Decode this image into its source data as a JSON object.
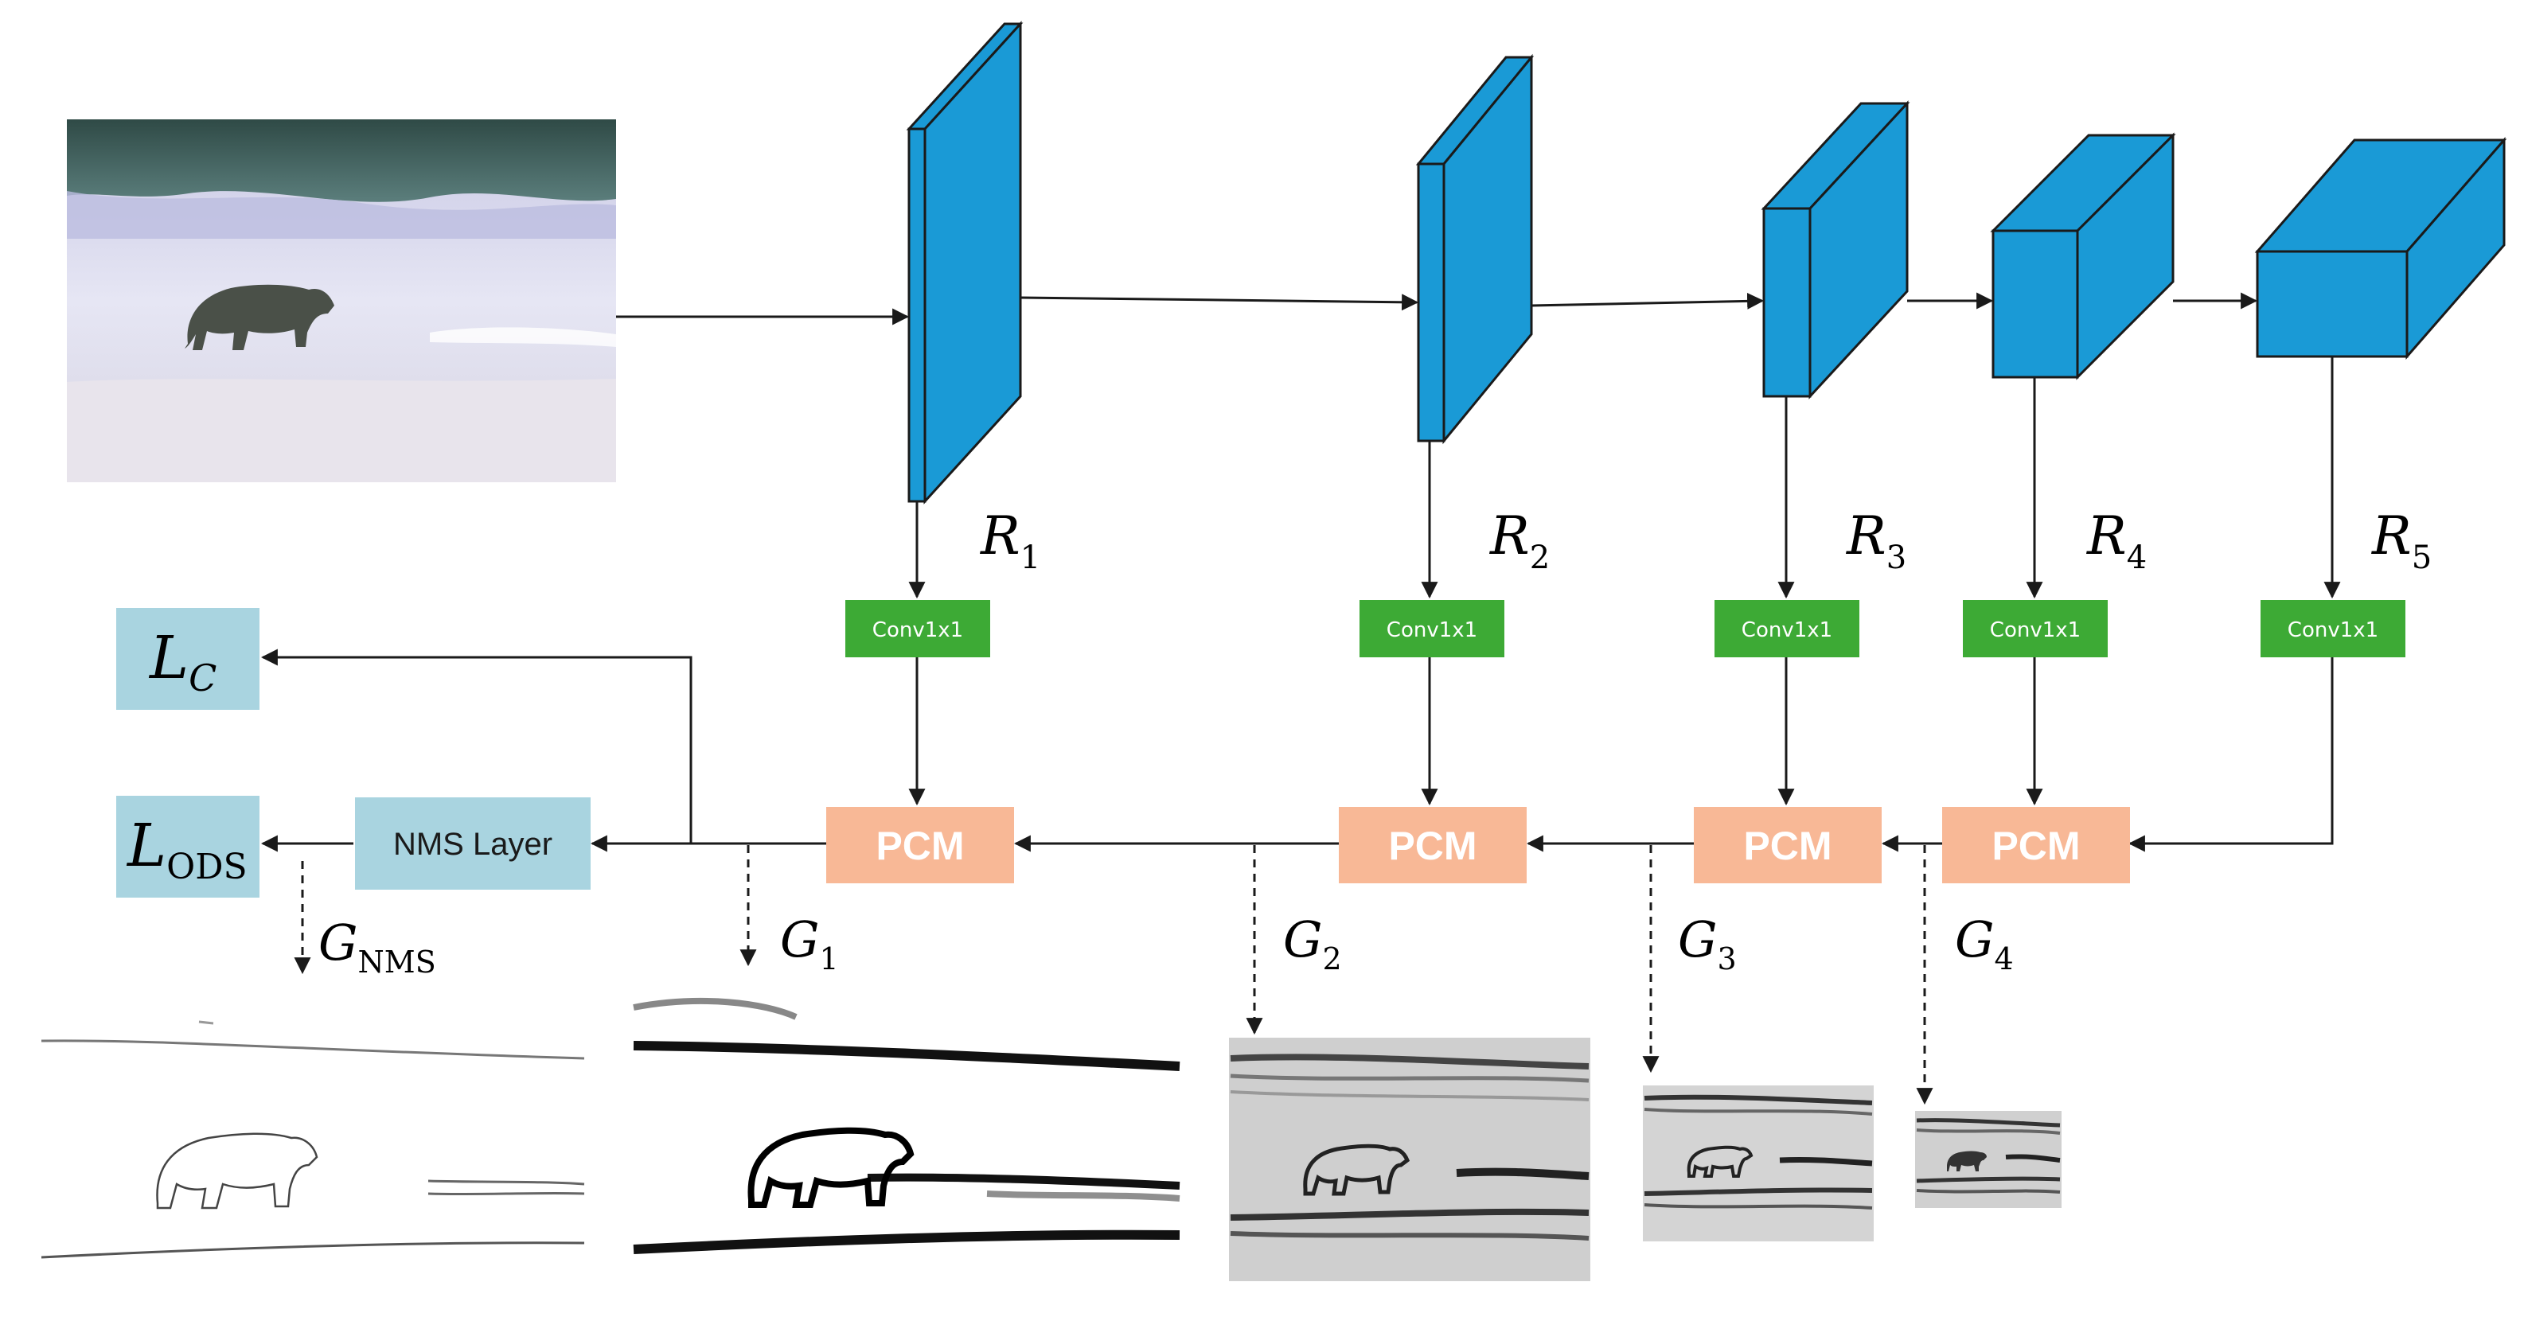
{
  "layers": [
    {
      "label": "R",
      "sub": "1"
    },
    {
      "label": "R",
      "sub": "2"
    },
    {
      "label": "R",
      "sub": "3"
    },
    {
      "label": "R",
      "sub": "4"
    },
    {
      "label": "R",
      "sub": "5"
    }
  ],
  "conv_label": "Conv1x1",
  "pcm_label": "PCM",
  "nms_label": "NMS Layer",
  "losses": {
    "lc": {
      "label": "L",
      "sub": "C"
    },
    "lods": {
      "label": "L",
      "sub": "ODS"
    }
  },
  "outputs": [
    {
      "label": "G",
      "sub": "NMS"
    },
    {
      "label": "G",
      "sub": "1"
    },
    {
      "label": "G",
      "sub": "2"
    },
    {
      "label": "G",
      "sub": "3"
    },
    {
      "label": "G",
      "sub": "4"
    }
  ],
  "colors": {
    "feature_block": "#1a9ad6",
    "conv": "#3daa35",
    "pcm": "#f8b896",
    "nms": "#a9d4e0",
    "loss": "#a9d4e0"
  }
}
